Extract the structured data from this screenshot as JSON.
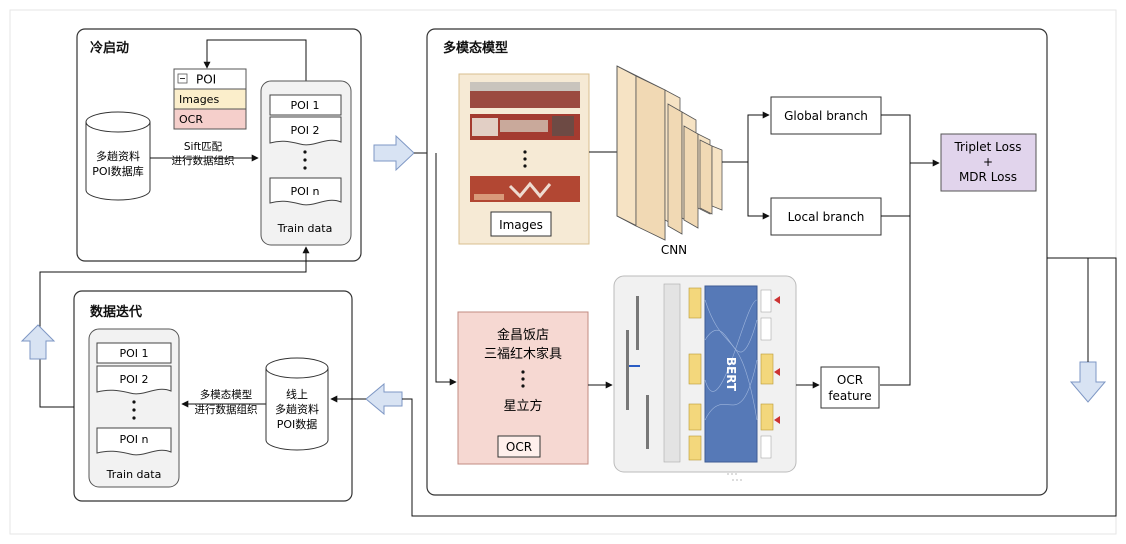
{
  "cold_start": {
    "title": "冷启动",
    "db_line1": "多趟资料",
    "db_line2": "POI数据库",
    "edge_line1": "Sift匹配",
    "edge_line2": "进行数据组织",
    "poi_header": "POI",
    "poi_images": "Images",
    "poi_ocr": "OCR",
    "items": [
      "POI 1",
      "POI 2",
      "POI n"
    ],
    "train_label": "Train data"
  },
  "iteration": {
    "title": "数据迭代",
    "db_line1": "线上",
    "db_line2": "多趟资料",
    "db_line3": "POI数据",
    "edge_line1": "多模态模型",
    "edge_line2": "进行数据组织",
    "items": [
      "POI 1",
      "POI 2",
      "POI n"
    ],
    "train_label": "Train data"
  },
  "model": {
    "title": "多模态模型",
    "images_label": "Images",
    "cnn_label": "CNN",
    "global_branch": "Global branch",
    "local_branch": "Local branch",
    "loss_line1": "Triplet Loss",
    "loss_line2": "+",
    "loss_line3": "MDR Loss",
    "ocr_text1": "金昌饭店",
    "ocr_text2": "三福红木家具",
    "ocr_text3": "星立方",
    "ocr_label": "OCR",
    "ocr_feature1": "OCR",
    "ocr_feature2": "feature",
    "bert_label": "BERT"
  },
  "colors": {
    "arrow_fill": "#d8e3f3",
    "arrow_stroke": "#7e97c4",
    "images_panel": "#f6ead5",
    "ocr_panel": "#f6d8d2",
    "loss_box": "#e1d4ec",
    "cnn_face": "#f1d9b4"
  }
}
